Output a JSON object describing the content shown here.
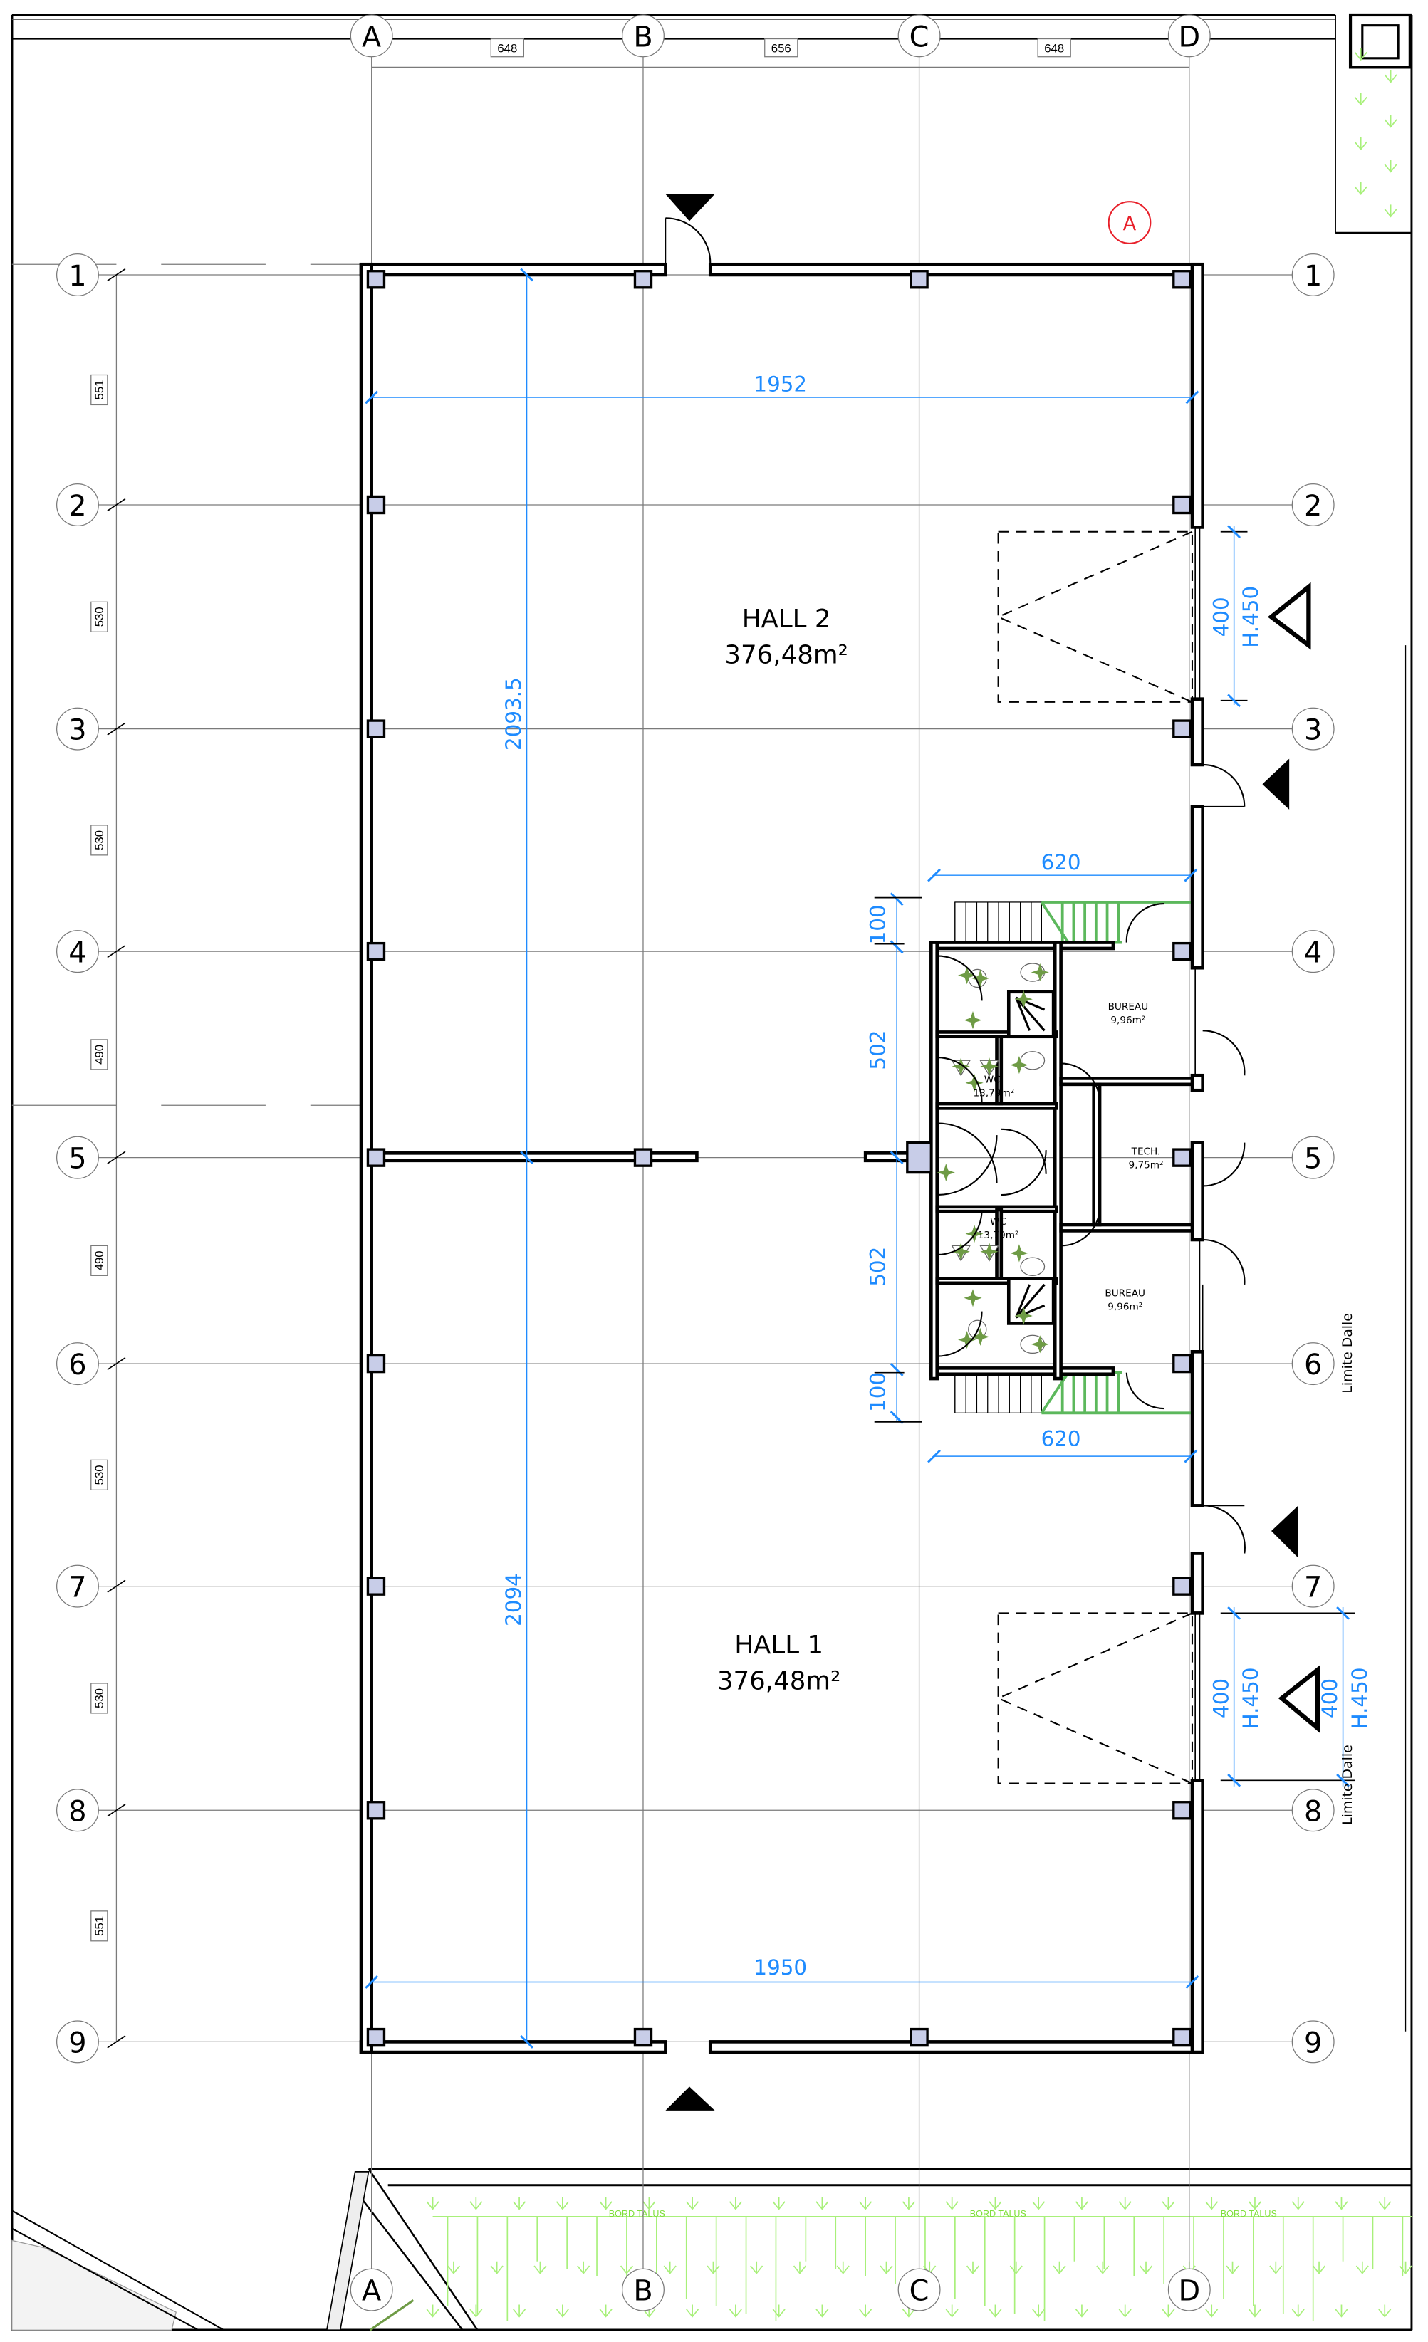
{
  "drawing": {
    "type": "floor-plan",
    "grid_columns": [
      {
        "id": "A",
        "label": "A"
      },
      {
        "id": "B",
        "label": "B"
      },
      {
        "id": "C",
        "label": "C"
      },
      {
        "id": "D",
        "label": "D"
      }
    ],
    "grid_rows": [
      {
        "id": "1",
        "label": "1"
      },
      {
        "id": "2",
        "label": "2"
      },
      {
        "id": "3",
        "label": "3"
      },
      {
        "id": "4",
        "label": "4"
      },
      {
        "id": "5",
        "label": "5"
      },
      {
        "id": "6",
        "label": "6"
      },
      {
        "id": "7",
        "label": "7"
      },
      {
        "id": "8",
        "label": "8"
      },
      {
        "id": "9",
        "label": "9"
      }
    ],
    "column_spacings": [
      "648",
      "656",
      "648"
    ],
    "row_spacings": [
      "551",
      "530",
      "530",
      "490",
      "490",
      "530",
      "530",
      "551"
    ],
    "section_marker": "A",
    "section_marker_color": "#e8202a",
    "dimension_color": "#1e8bff",
    "rooms": [
      {
        "id": "hall-2",
        "name": "HALL 2",
        "area": "376,48m²"
      },
      {
        "id": "hall-1",
        "name": "HALL 1",
        "area": "376,48m²"
      },
      {
        "id": "bureau-top",
        "name": "BUREAU",
        "area": "9,96m²"
      },
      {
        "id": "tech",
        "name": "TECH.",
        "area": "9,75m²"
      },
      {
        "id": "bureau-bottom",
        "name": "BUREAU",
        "area": "9,96m²"
      },
      {
        "id": "wc-top",
        "name": "WC",
        "area": "13,79m²"
      },
      {
        "id": "wc-bottom",
        "name": "WC",
        "area": "13,79m²"
      }
    ],
    "dimensions": {
      "hall2_width": "1952",
      "hall1_width": "1950",
      "hall2_length": "2093.5",
      "hall1_length": "2094",
      "office_width_top": "620",
      "office_width_bottom": "620",
      "stair_depth_top": "100",
      "stair_depth_bottom": "100",
      "office_block_top": "502",
      "office_block_bottom": "502",
      "dock_top_width": "400",
      "dock_top_height": "H.450",
      "dock_bottom_width": "400",
      "dock_bottom_height": "H.450",
      "dock_bottom_width_outer": "400",
      "dock_bottom_height_outer": "H.450"
    },
    "annotations": {
      "limite_dalle_1": "Limite Dalle",
      "limite_dalle_2": "Limite Dalle",
      "bord_talus": [
        "BORD TALUS",
        "BORD TALUS",
        "BORD TALUS"
      ]
    }
  }
}
